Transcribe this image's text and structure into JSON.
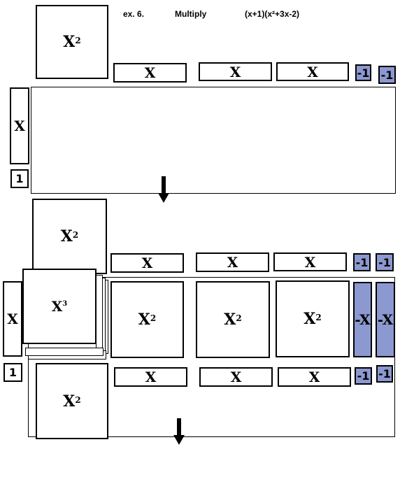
{
  "header": {
    "example": "ex. 6.",
    "instruction": "Multiply",
    "expression": "(x+1)(x²+3x-2)"
  },
  "tiles": {
    "x_squared_base": "X",
    "x_squared_exp": "2",
    "x_cubed_base": "X",
    "x_cubed_exp": "3",
    "x": "X",
    "one": "1",
    "neg_one": "-1",
    "neg_x": "-X"
  },
  "colors": {
    "negative_tile": "#8c98d0",
    "positive_tile": "#ffffff",
    "outline": "#000000"
  },
  "icons": [
    "arrow-down-icon"
  ]
}
